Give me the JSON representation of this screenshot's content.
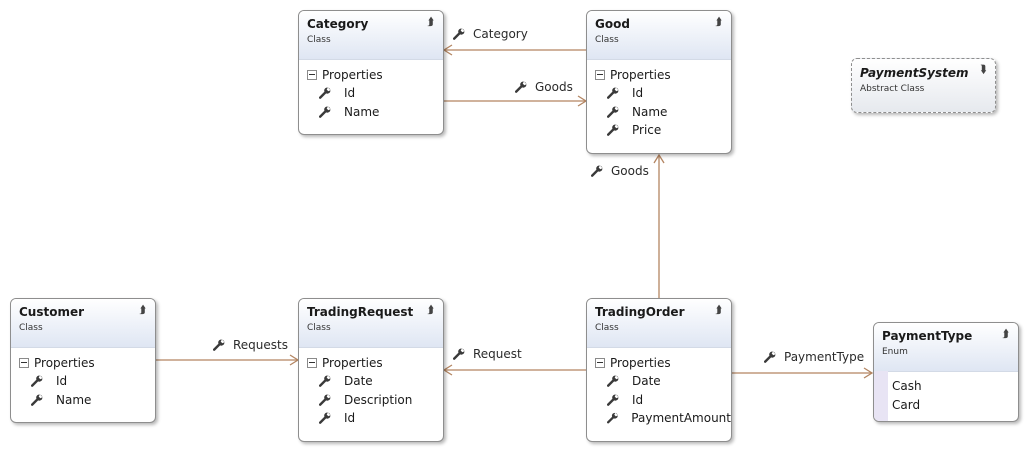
{
  "classes": {
    "category": {
      "name": "Category",
      "kind": "Class",
      "section": "Properties",
      "props": [
        "Id",
        "Name"
      ]
    },
    "good": {
      "name": "Good",
      "kind": "Class",
      "section": "Properties",
      "props": [
        "Id",
        "Name",
        "Price"
      ]
    },
    "customer": {
      "name": "Customer",
      "kind": "Class",
      "section": "Properties",
      "props": [
        "Id",
        "Name"
      ]
    },
    "trading_request": {
      "name": "TradingRequest",
      "kind": "Class",
      "section": "Properties",
      "props": [
        "Date",
        "Description",
        "Id"
      ]
    },
    "trading_order": {
      "name": "TradingOrder",
      "kind": "Class",
      "section": "Properties",
      "props": [
        "Date",
        "Id",
        "PaymentAmount"
      ]
    }
  },
  "payment_system": {
    "name": "PaymentSystem",
    "kind": "Abstract Class"
  },
  "payment_type": {
    "name": "PaymentType",
    "kind": "Enum",
    "values": [
      "Cash",
      "Card"
    ]
  },
  "associations": {
    "good_category": "Category",
    "category_goods": "Goods",
    "order_goods": "Goods",
    "customer_requests": "Requests",
    "order_request": "Request",
    "order_payment_type": "PaymentType"
  },
  "icons": {
    "property": "wrench-icon",
    "collapse": "chevron-up-icon",
    "expand": "chevron-down-icon",
    "section_toggle": "minus-box-icon"
  },
  "colors": {
    "connector": "#b38562",
    "header_gradient_end": "#dfe6f3",
    "enum_stripe": "#e8e4f4"
  }
}
